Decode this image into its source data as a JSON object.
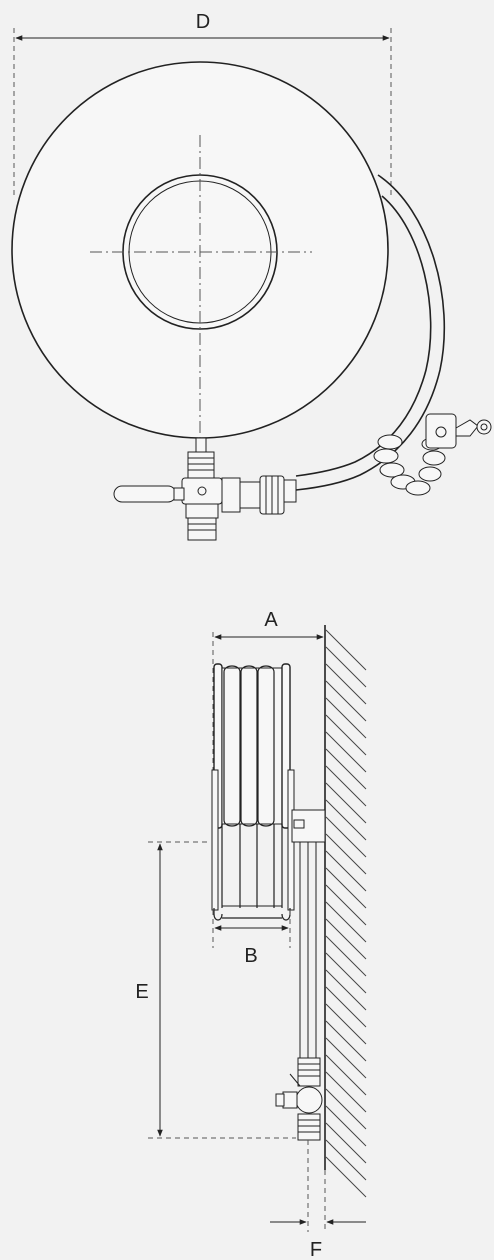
{
  "labels": {
    "d": "D",
    "a": "A",
    "b": "B",
    "e": "E",
    "f": "F"
  },
  "colors": {
    "background": "#f2f2f2",
    "line": "#222222"
  }
}
